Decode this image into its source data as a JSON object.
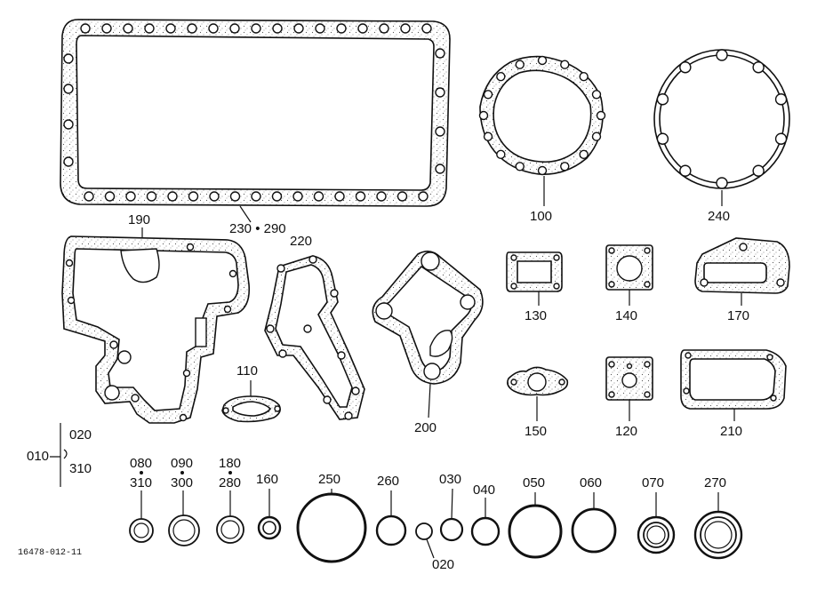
{
  "diagram": {
    "drawing_number": "16478-012-11",
    "part_labels": {
      "p230_290": "230 • 290",
      "p100": "100",
      "p240": "240",
      "p190": "190",
      "p220": "220",
      "p130": "130",
      "p140": "140",
      "p170": "170",
      "p110": "110",
      "p200": "200",
      "p150": "150",
      "p120": "120",
      "p210": "210"
    },
    "group_010": {
      "label": "010",
      "top": "020",
      "bottom": "310"
    },
    "stacked_labels": [
      {
        "top": "080",
        "bottom": "310"
      },
      {
        "top": "090",
        "bottom": "300"
      },
      {
        "top": "180",
        "bottom": "280"
      }
    ],
    "ring_labels": {
      "r160": "160",
      "r250": "250",
      "r260": "260",
      "r020": "020",
      "r030": "030",
      "r040": "040",
      "r050": "050",
      "r060": "060",
      "r070": "070",
      "r270": "270"
    },
    "line_color": "#111111",
    "fill_color": "#ffffff"
  }
}
